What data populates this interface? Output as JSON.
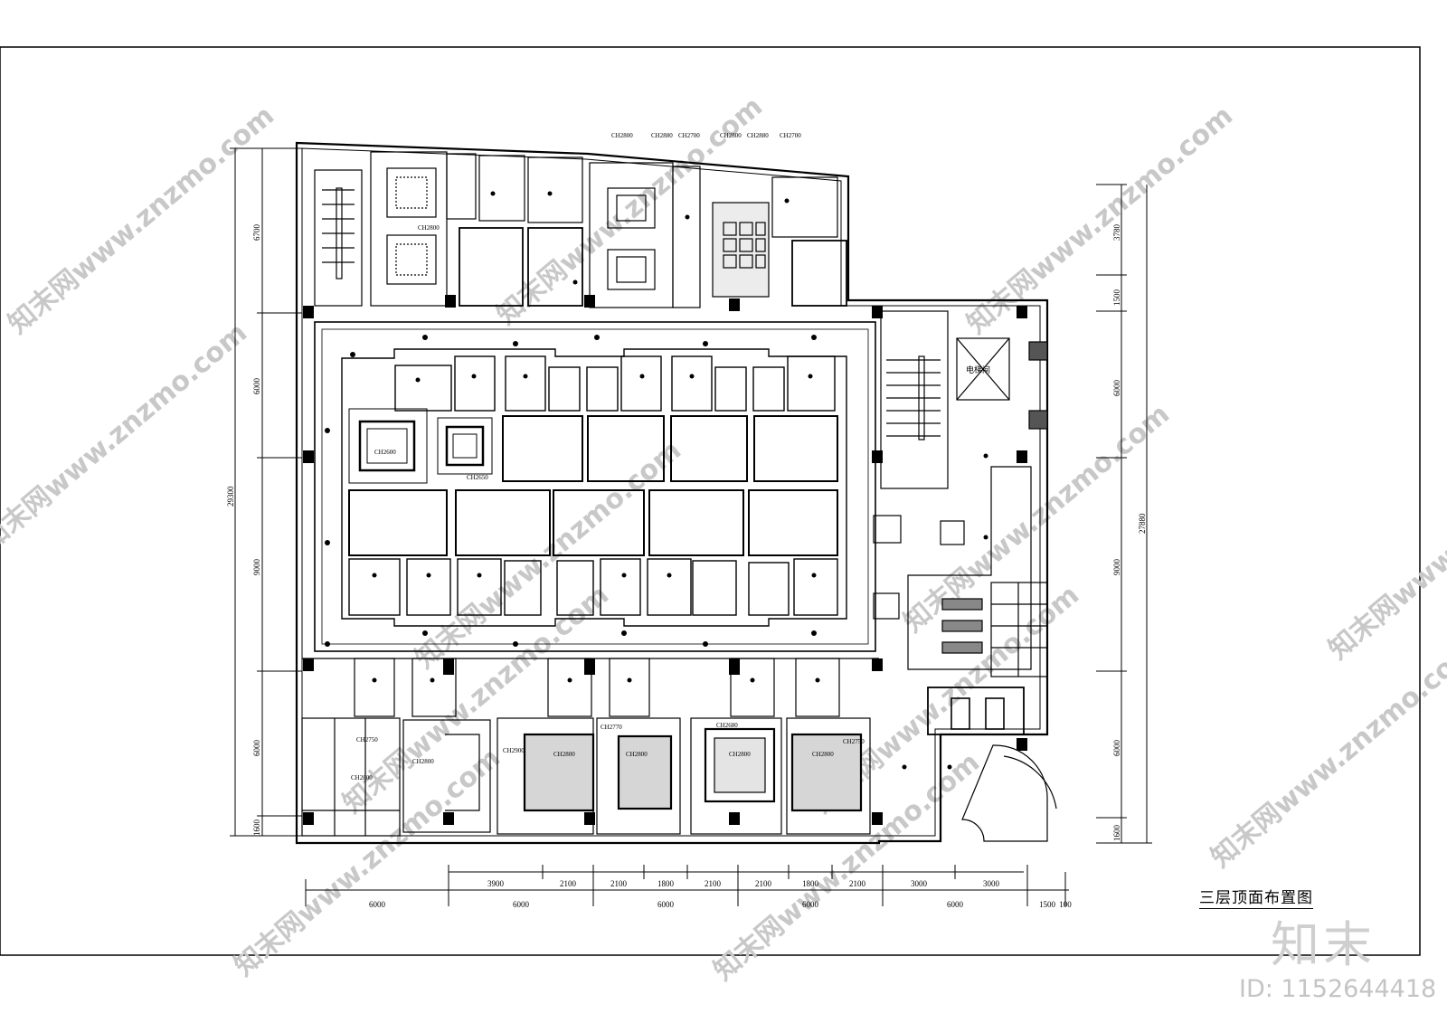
{
  "drawing": {
    "caption": "三层顶面布置图",
    "elevator_label": "电梯间"
  },
  "branding": {
    "logo_text": "知末",
    "id_text": "ID: 1152644418",
    "watermark_text": "知末网www.znzmo.com"
  },
  "dimensions": {
    "left_total": "29300",
    "left_segments": [
      "6700",
      "6000",
      "9000",
      "6000",
      "1600"
    ],
    "right_total": "27880",
    "right_segments": [
      "3780",
      "1500",
      "6000",
      "9000",
      "6000",
      "1600"
    ],
    "bottom_upper": [
      "3900",
      "2100",
      "2100",
      "1800",
      "2100",
      "2100",
      "1800",
      "2100",
      "3000",
      "3000"
    ],
    "bottom_lower": [
      "6000",
      "6000",
      "6000",
      "6000",
      "6000",
      "1500",
      "100"
    ]
  },
  "ceiling_heights": {
    "top_a": "CH2800",
    "top_b": "CH2880",
    "top_c": "CH2700",
    "left_room": "CH2600",
    "left_room_b": "CH2650",
    "bottom_a": "CH2750",
    "bottom_b": "CH2800",
    "bottom_c": "CH2900",
    "bottom_d": "CH2770",
    "bottom_e": "CH2680"
  }
}
